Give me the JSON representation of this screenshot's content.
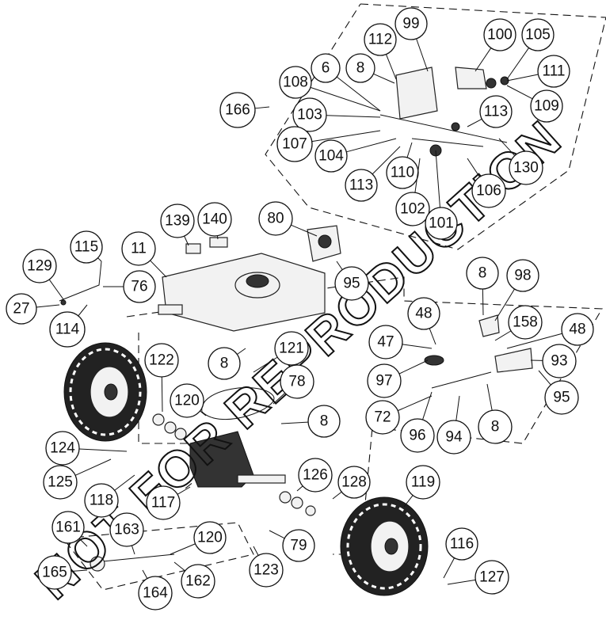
{
  "watermark": "NOT FOR REPRODUCTION",
  "callouts": [
    {
      "label": "99"
    },
    {
      "label": "112"
    },
    {
      "label": "100"
    },
    {
      "label": "105"
    },
    {
      "label": "6"
    },
    {
      "label": "8"
    },
    {
      "label": "111"
    },
    {
      "label": "108"
    },
    {
      "label": "166"
    },
    {
      "label": "103"
    },
    {
      "label": "113"
    },
    {
      "label": "109"
    },
    {
      "label": "107"
    },
    {
      "label": "104"
    },
    {
      "label": "130"
    },
    {
      "label": "110"
    },
    {
      "label": "113"
    },
    {
      "label": "106"
    },
    {
      "label": "102"
    },
    {
      "label": "101"
    },
    {
      "label": "139"
    },
    {
      "label": "140"
    },
    {
      "label": "80"
    },
    {
      "label": "115"
    },
    {
      "label": "11"
    },
    {
      "label": "129"
    },
    {
      "label": "76"
    },
    {
      "label": "95"
    },
    {
      "label": "27"
    },
    {
      "label": "114"
    },
    {
      "label": "8"
    },
    {
      "label": "98"
    },
    {
      "label": "48"
    },
    {
      "label": "47"
    },
    {
      "label": "158"
    },
    {
      "label": "48"
    },
    {
      "label": "122"
    },
    {
      "label": "121"
    },
    {
      "label": "93"
    },
    {
      "label": "97"
    },
    {
      "label": "8"
    },
    {
      "label": "78"
    },
    {
      "label": "95"
    },
    {
      "label": "120"
    },
    {
      "label": "8"
    },
    {
      "label": "72"
    },
    {
      "label": "96"
    },
    {
      "label": "94"
    },
    {
      "label": "8"
    },
    {
      "label": "124"
    },
    {
      "label": "126"
    },
    {
      "label": "119"
    },
    {
      "label": "128"
    },
    {
      "label": "125"
    },
    {
      "label": "118"
    },
    {
      "label": "117"
    },
    {
      "label": "161"
    },
    {
      "label": "163"
    },
    {
      "label": "120"
    },
    {
      "label": "79"
    },
    {
      "label": "116"
    },
    {
      "label": "165"
    },
    {
      "label": "123"
    },
    {
      "label": "127"
    },
    {
      "label": "162"
    },
    {
      "label": "164"
    }
  ]
}
